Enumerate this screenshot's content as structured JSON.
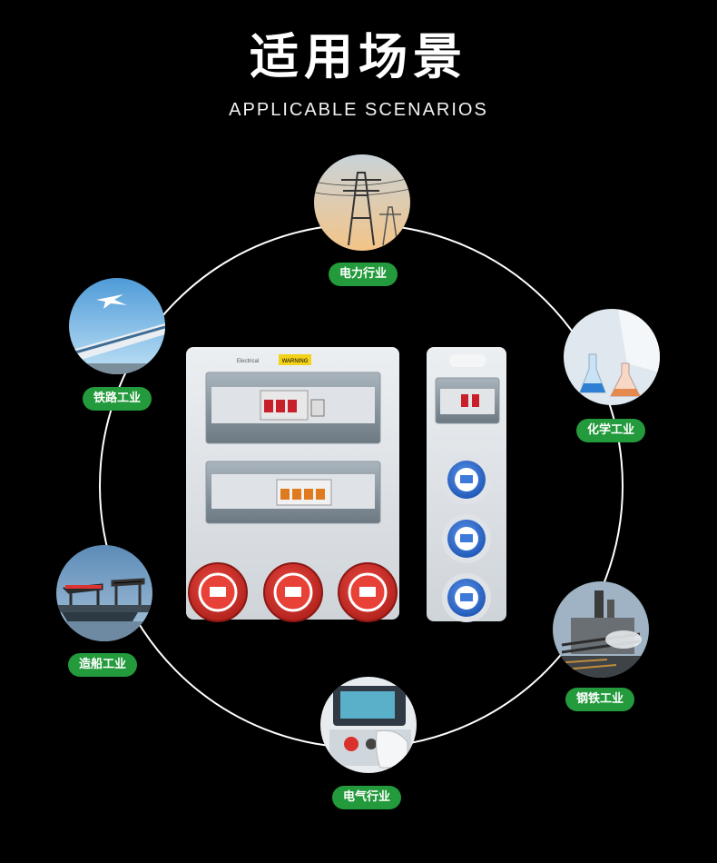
{
  "header": {
    "title": "适用场景",
    "subtitle": "APPLICABLE SCENARIOS"
  },
  "scenarios": [
    {
      "label": "电力行业",
      "icon": "power-tower-icon"
    },
    {
      "label": "铁路工业",
      "icon": "train-icon"
    },
    {
      "label": "化学工业",
      "icon": "lab-icon"
    },
    {
      "label": "造船工业",
      "icon": "shipyard-icon"
    },
    {
      "label": "钢铁工业",
      "icon": "steel-plant-icon"
    },
    {
      "label": "电气行业",
      "icon": "electrical-panel-icon"
    }
  ],
  "product": {
    "warning_label": "WARNING",
    "brand_label": "Electrical"
  },
  "colors": {
    "background": "#000000",
    "badge": "#239a3b",
    "socket_red": "#d9312b",
    "socket_blue": "#2f6fd1"
  }
}
